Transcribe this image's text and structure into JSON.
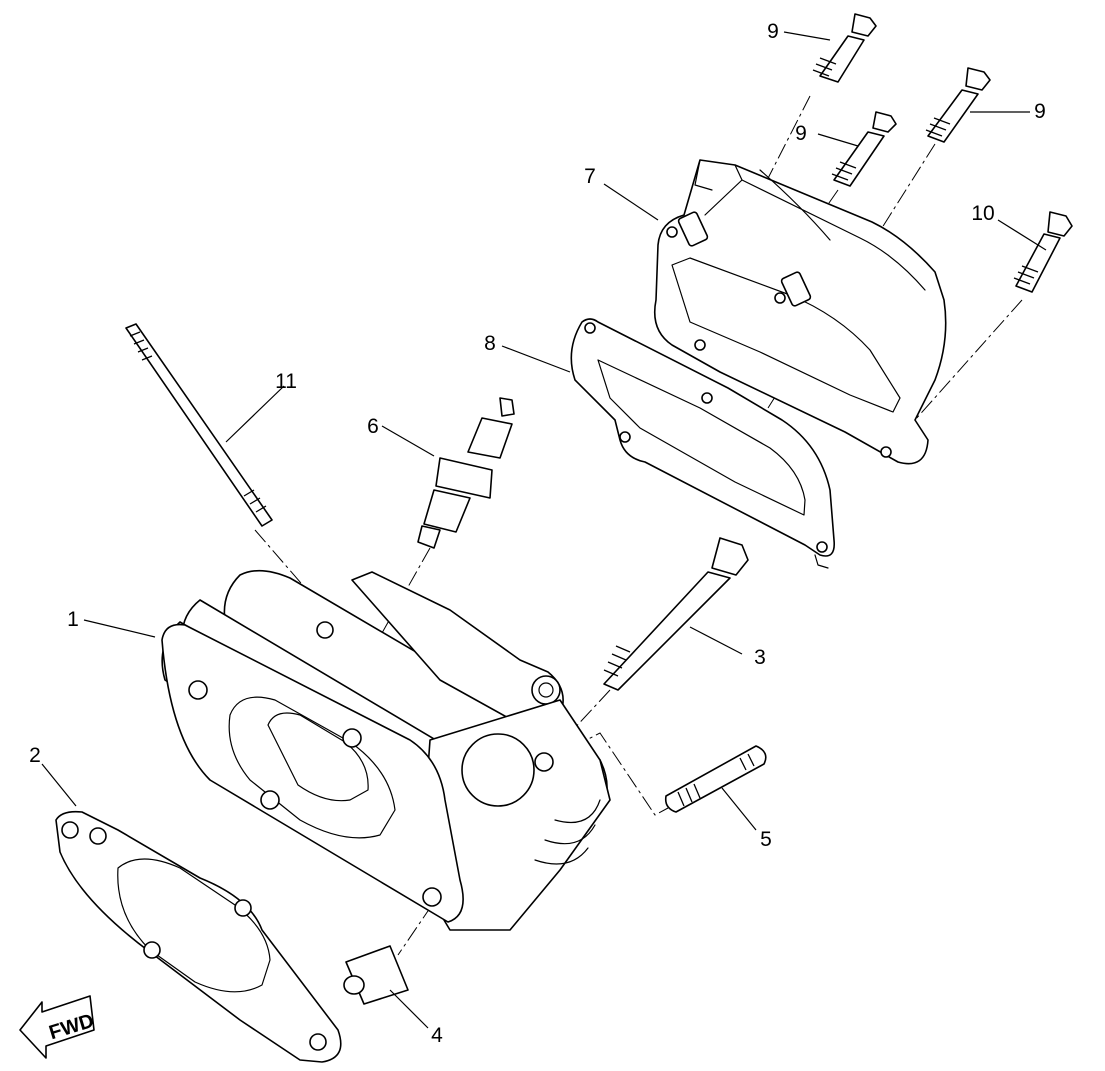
{
  "diagram": {
    "type": "exploded-parts-view",
    "direction_label": "FWD",
    "callouts": [
      {
        "id": "c1",
        "label": "1"
      },
      {
        "id": "c2",
        "label": "2"
      },
      {
        "id": "c3",
        "label": "3"
      },
      {
        "id": "c4",
        "label": "4"
      },
      {
        "id": "c5",
        "label": "5"
      },
      {
        "id": "c6",
        "label": "6"
      },
      {
        "id": "c7",
        "label": "7"
      },
      {
        "id": "c8",
        "label": "8"
      },
      {
        "id": "c9a",
        "label": "9"
      },
      {
        "id": "c9b",
        "label": "9"
      },
      {
        "id": "c9c",
        "label": "9"
      },
      {
        "id": "c10",
        "label": "10"
      },
      {
        "id": "c11",
        "label": "11"
      }
    ]
  }
}
